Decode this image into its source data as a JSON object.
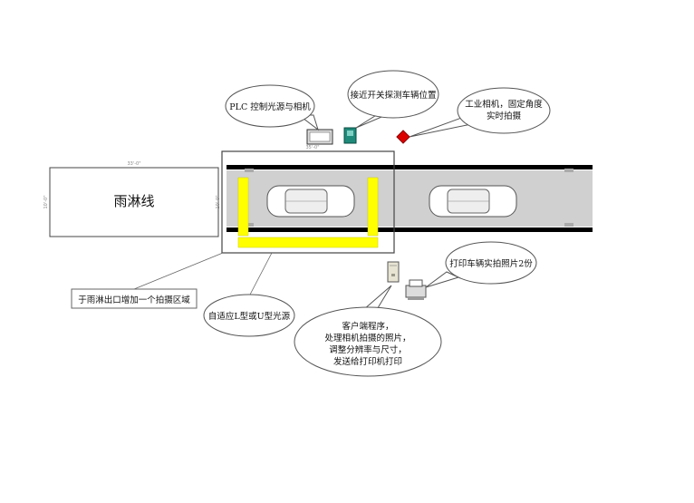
{
  "labels": {
    "plc": "PLC 控制光源与相机",
    "proximity": "接近开关探测车辆位置",
    "camera_line1": "工业相机，固定角度",
    "camera_line2": "实时拍摄",
    "rain_line": "雨淋线",
    "capture_area": "于雨淋出口增加一个拍摄区域",
    "light_source": "自适应L型或U型光源",
    "print_photo": "打印车辆实拍照片2份",
    "client_line1": "客户端程序，",
    "client_line2": "处理相机拍摄的照片，",
    "client_line3": "调整分辨率与尺寸，",
    "client_line4": "发送给打印机打印"
  },
  "dimensions": {
    "rain_width": "33'-0\"",
    "rain_height": "10'-0\"",
    "capture_width": "35'-0\"",
    "capture_height": "10'-0\""
  },
  "colors": {
    "light": "#ffff00",
    "camera": "#dd0000",
    "sensor": "#1f8a7a",
    "belt": "#d0d0d0",
    "rail": "#000000"
  }
}
